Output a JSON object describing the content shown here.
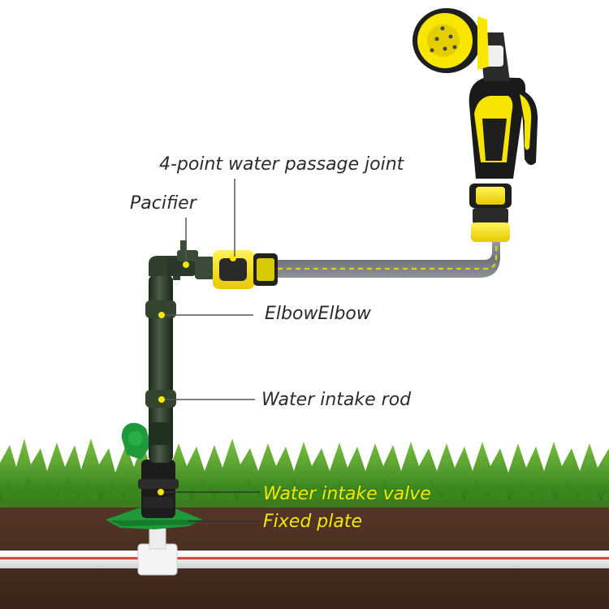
{
  "labels": {
    "passage_joint": "4-point water passage joint",
    "pacifier": "Pacifier",
    "elbow": "ElbowElbow",
    "intake_rod": "Water intake rod",
    "intake_valve": "Water intake valve",
    "fixed_plate": "Fixed plate"
  },
  "colors": {
    "accent_yellow": "#f7e600",
    "label_dark": "#2b2b2b",
    "label_yellow": "#f2ea00",
    "leader_dark": "#555555",
    "rod_green": "#2e3f2c",
    "cap_green": "#1f9a3a",
    "soil": "#4a2f22",
    "grass": "#4c9a25",
    "hose_grey": "#7a7f86",
    "pipe_white": "#f4f4f4",
    "pipe_red_stripe": "#d04a3c"
  }
}
